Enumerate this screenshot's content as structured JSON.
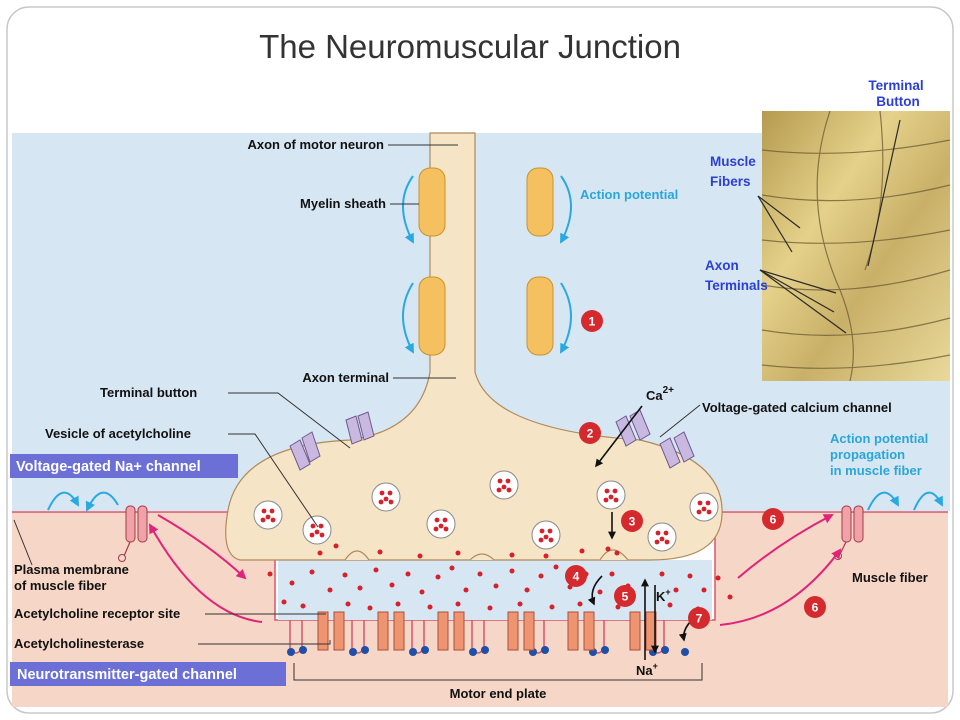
{
  "title": "The Neuromuscular Junction",
  "labels": {
    "axon": "Axon of motor neuron",
    "myelin": "Myelin sheath",
    "action_potential": "Action potential",
    "axon_terminal": "Axon terminal",
    "terminal_button": "Terminal button",
    "vesicle": "Vesicle of acetylcholine",
    "vgcc": "Voltage-gated calcium channel",
    "ap_prop_1": "Action potential",
    "ap_prop_2": "propagation",
    "ap_prop_3": "in muscle fiber",
    "plasma_1": "Plasma membrane",
    "plasma_2": "of muscle fiber",
    "ach_receptor": "Acetylcholine receptor site",
    "ache": "Acetylcholinesterase",
    "motor_end_plate": "Motor end plate",
    "muscle_fiber": "Muscle fiber"
  },
  "ions": {
    "ca": "Ca",
    "ca_sup": "2+",
    "k": "K",
    "k_sup": "+",
    "na": "Na",
    "na_sup": "+"
  },
  "boxes": {
    "na_channel": "Voltage-gated Na+ channel",
    "nt_channel": "Neurotransmitter-gated channel"
  },
  "photo_labels": {
    "terminal_button_1": "Terminal",
    "terminal_button_2": "Button",
    "muscle_fibers_1": "Muscle",
    "muscle_fibers_2": "Fibers",
    "axon_terminals_1": "Axon",
    "axon_terminals_2": "Terminals"
  },
  "steps": [
    "1",
    "2",
    "3",
    "4",
    "5",
    "6",
    "6",
    "7"
  ],
  "colors": {
    "background_blue": "#d7e6f3",
    "axon": "#f6e4c7",
    "myelin": "#f4c060",
    "muscle": "#f6d6c6",
    "step_badge": "#d42a2e",
    "box": "#6b6fd6",
    "arrow_blue": "#29a9e0",
    "arrow_magenta": "#e0247a"
  }
}
